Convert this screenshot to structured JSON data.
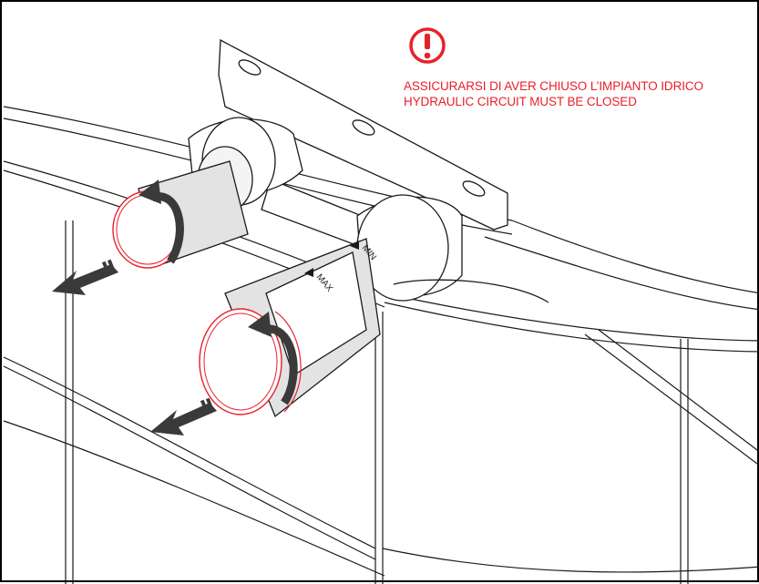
{
  "warning": {
    "icon": "exclamation-circle-icon",
    "line_it": "ASSICURARSI DI AVER CHIUSO L’IMPIANTO  IDRICO",
    "line_en": "HYDRAULIC CIRCUIT MUST BE CLOSED",
    "color": "#e8202a"
  },
  "valve_labels": {
    "min": "MIN",
    "max": "MAX"
  },
  "colors": {
    "outline": "#1a1a1a",
    "highlight": "#e8202a",
    "arrow": "#3a3a3a",
    "shade": "#d9d9d9"
  }
}
